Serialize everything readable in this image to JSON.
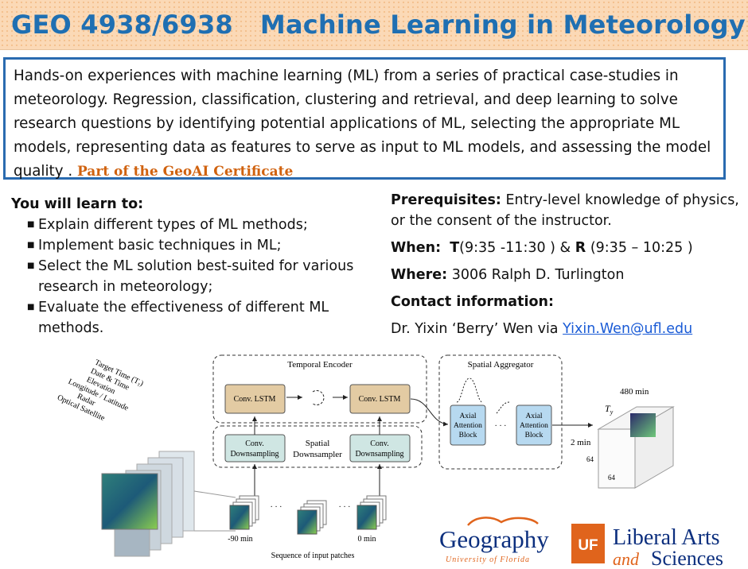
{
  "header": {
    "title": "GEO 4938/6938   Machine Learning in Meteorology"
  },
  "description": {
    "text": "Hands-on experiences with machine learning (ML) from a series of practical case-studies in meteorology. Regression, classification, clustering and retrieval, and deep learning to solve research questions by identifying potential applications of ML, selecting the appropriate ML models, representing data as features to serve as input to ML models, and assessing the model quality . ",
    "certificate": "Part of the GeoAI Certificate"
  },
  "learn": {
    "title": "You will learn to:",
    "items": [
      "Explain different types of ML methods;",
      "Implement basic techniques in ML;",
      "Select the ML solution best-suited for various research in meteorology;",
      "Evaluate the effectiveness of different ML methods."
    ]
  },
  "info": {
    "prereq_label": "Prerequisites:",
    "prereq_text": " Entry-level knowledge of physics, or the consent of the instructor.",
    "when_label": "When:",
    "when_t": "T",
    "when_t_time": "(9:35 -11:30 ) & ",
    "when_r": "R",
    "when_r_time": " (9:35  – 10:25 )",
    "where_label": "Where:",
    "where_text": " 3006 Ralph D. Turlington",
    "contact_label": "Contact information:",
    "contact_name": "Dr. Yixin ‘Berry’ Wen via ",
    "contact_email": "Yixin.Wen@ufl.edu"
  },
  "figure": {
    "temporal_encoder": "Temporal Encoder",
    "spatial_aggregator": "Spatial Aggregator",
    "conv_lstm": "Conv. LSTM",
    "conv": "Conv.",
    "downsampling": "Downsampling",
    "spatial": "Spatial",
    "downsampler": "Downsampler",
    "axial": "Axial",
    "attention": "Attention",
    "block": "Block",
    "dots": "· · ·",
    "input_layers": [
      "Target Time (Tᵧ)",
      "Date & Time",
      "Elevation",
      "Longitude / Latitude",
      "Radar",
      "Optical Satellite"
    ],
    "minus_90": "-90 min",
    "zero_min": "0 min",
    "sequence": "Sequence of input patches",
    "min_480": "480 min",
    "ty": "T",
    "ty_sub": "y",
    "min_2": "2 min",
    "dim_64a": "64",
    "dim_64b": "64"
  },
  "logos": {
    "geography": "Geography",
    "uf_script": "University of Florida",
    "uf_badge": "UF",
    "liberal_arts": "Liberal Arts",
    "and": "and",
    "sciences": "Sciences"
  },
  "colors": {
    "title_blue": "#1f6fb2",
    "header_peach": "#fbd9b6",
    "certificate_orange": "#d0620f",
    "lstm_fill": "#e3cba3",
    "downsample_fill": "#cfe6e3",
    "axial_fill": "#b7d9f0",
    "uf_orange": "#e0641c",
    "uf_blue": "#0c2f7e"
  }
}
